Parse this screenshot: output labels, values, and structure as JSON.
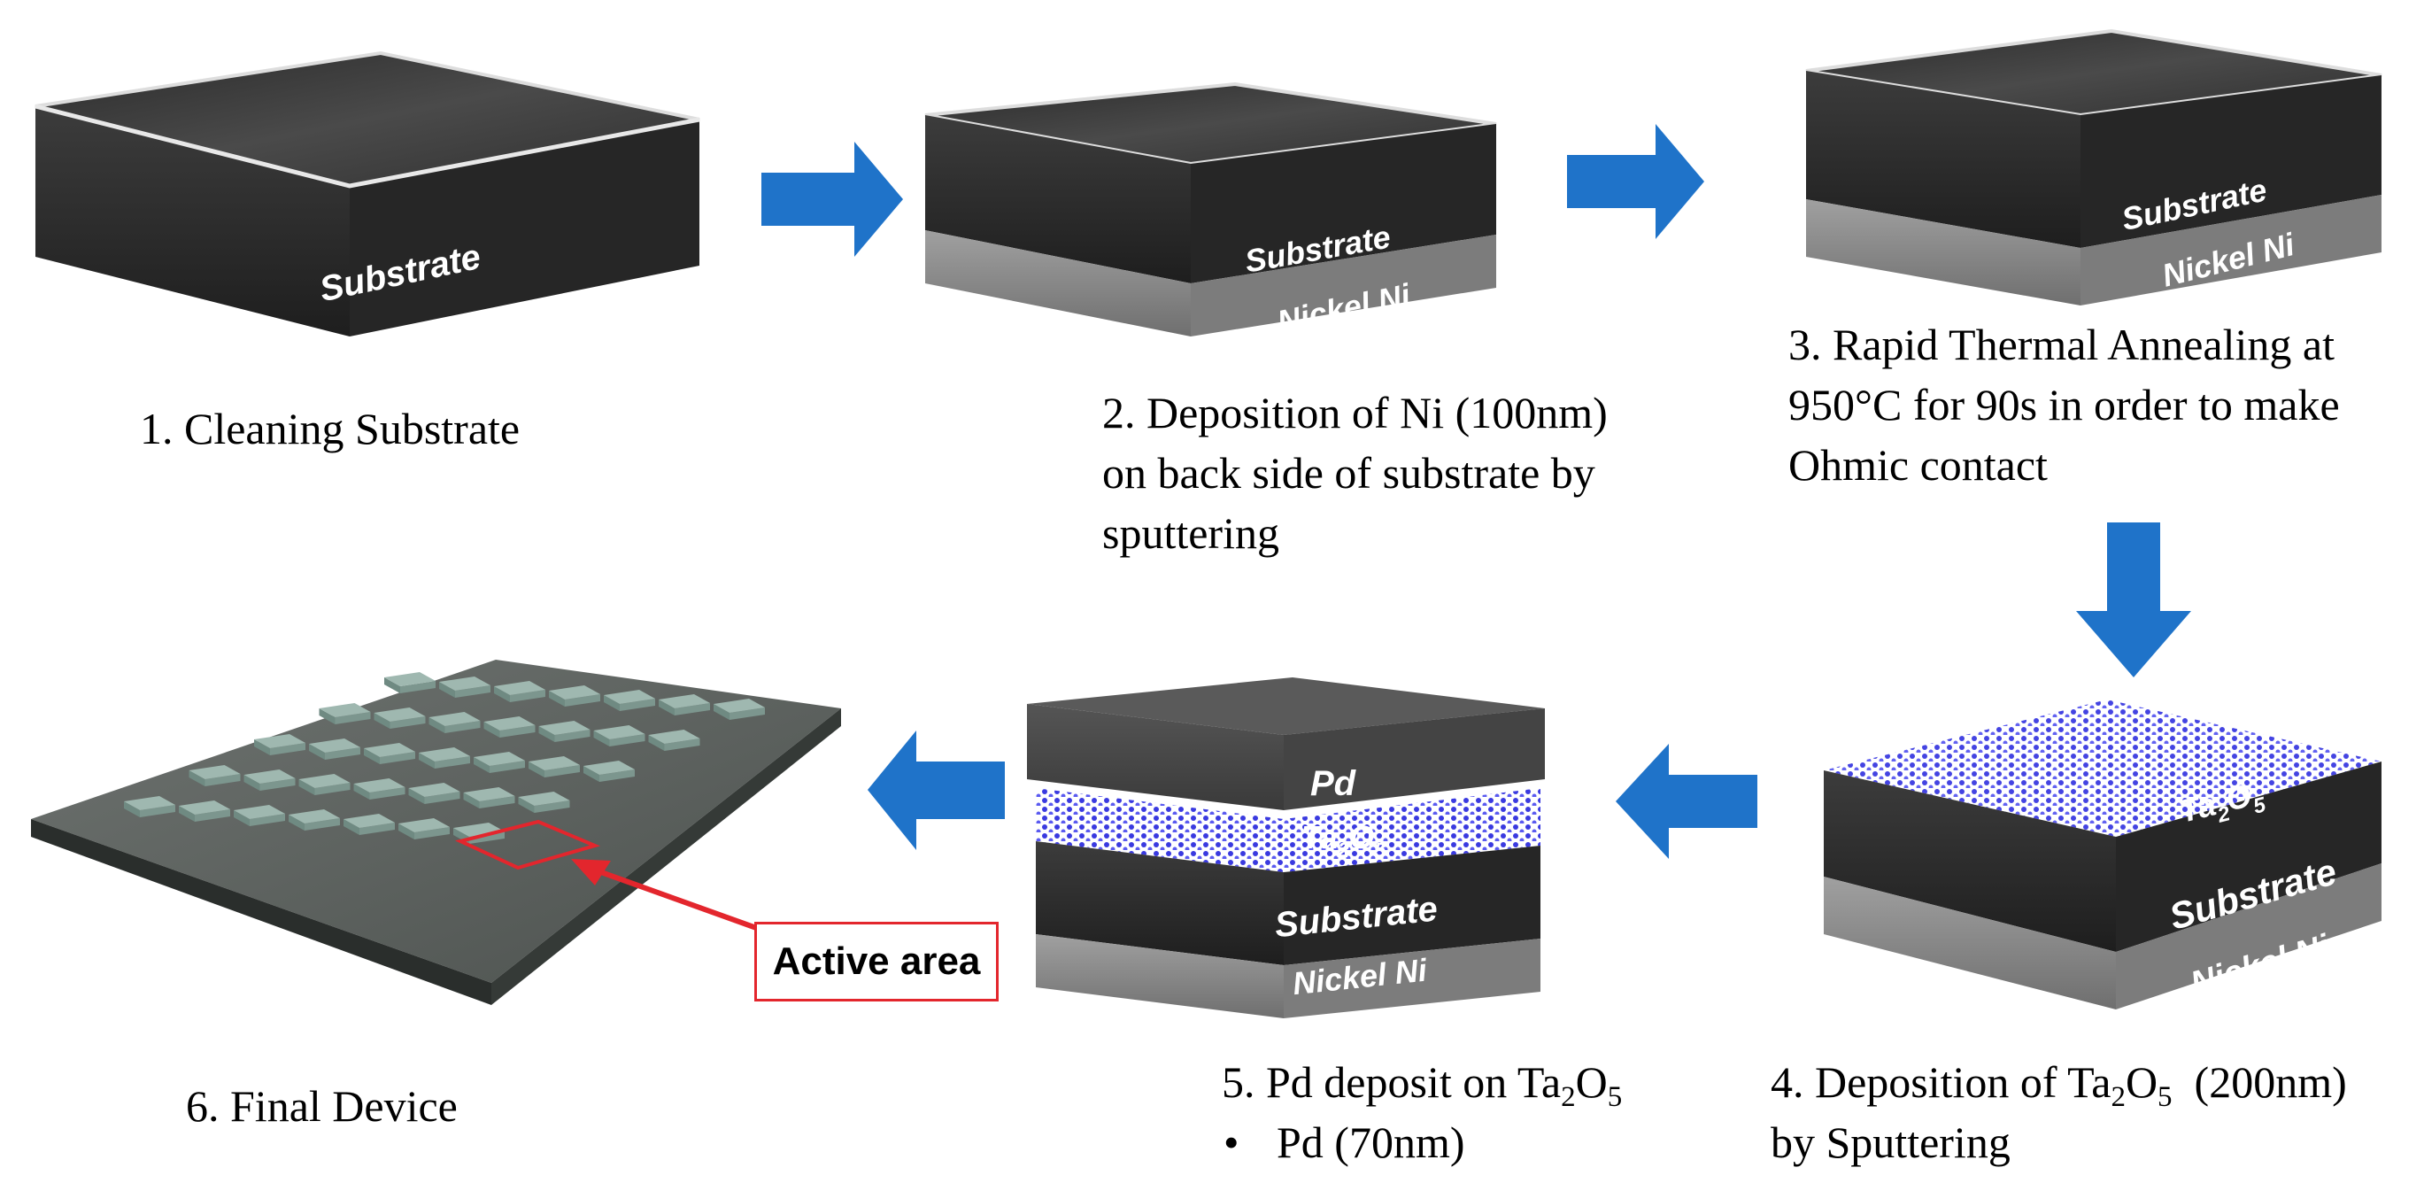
{
  "steps": [
    {
      "id": 1,
      "caption_lines": [
        "1. Cleaning Substrate"
      ],
      "layer_labels": {
        "substrate": "Substrate"
      }
    },
    {
      "id": 2,
      "caption_lines": [
        "2. Deposition of Ni (100nm)",
        "on back side of substrate by",
        "sputtering"
      ],
      "layer_labels": {
        "substrate": "Substrate",
        "nickel": "Nickel Ni"
      }
    },
    {
      "id": 3,
      "caption_lines": [
        "3. Rapid Thermal Annealing at",
        "950°C for 90s in order to make",
        "Ohmic contact"
      ],
      "layer_labels": {
        "substrate": "Substrate",
        "nickel": "Nickel Ni"
      }
    },
    {
      "id": 4,
      "caption_prefix": "4. Deposition of Ta",
      "caption_sub1": "2",
      "caption_mid": "O",
      "caption_sub2": "5",
      "caption_suffix": "  (200nm)",
      "caption_line2": "by Sputtering",
      "layer_labels": {
        "oxide": "Ta2O5",
        "substrate": "Substrate",
        "nickel": "Nickel Ni"
      }
    },
    {
      "id": 5,
      "caption_prefix": "5. Pd deposit on Ta",
      "caption_sub1": "2",
      "caption_mid": "O",
      "caption_sub2": "5",
      "caption_bullet": "•",
      "caption_line2": "Pd (70nm)",
      "layer_labels": {
        "pd": "Pd",
        "oxide": "Ta2O5",
        "substrate": "Substrate",
        "nickel": "Nickel Ni"
      }
    },
    {
      "id": 6,
      "caption_lines": [
        "6. Final Device"
      ],
      "callout": "Active area"
    }
  ],
  "oxide_parts": {
    "ta": "Ta",
    "o": "O",
    "sub_ta": "2",
    "sub_o": "5"
  },
  "colors": {
    "arrow": "#1f73c9",
    "substrate_dark": "#2e2e2e",
    "substrate_top": "#3a3a3a",
    "nickel": "#8c8c8c",
    "pd": "#4a4a4a",
    "oxide_dots": "#3a3ae0",
    "callout": "#e3262d",
    "pad": "#8fa9a1",
    "device_base": "#5a5f5c"
  },
  "icons": [
    "arrow-right-icon",
    "arrow-right-icon",
    "arrow-down-icon",
    "arrow-left-icon",
    "arrow-left-icon"
  ]
}
